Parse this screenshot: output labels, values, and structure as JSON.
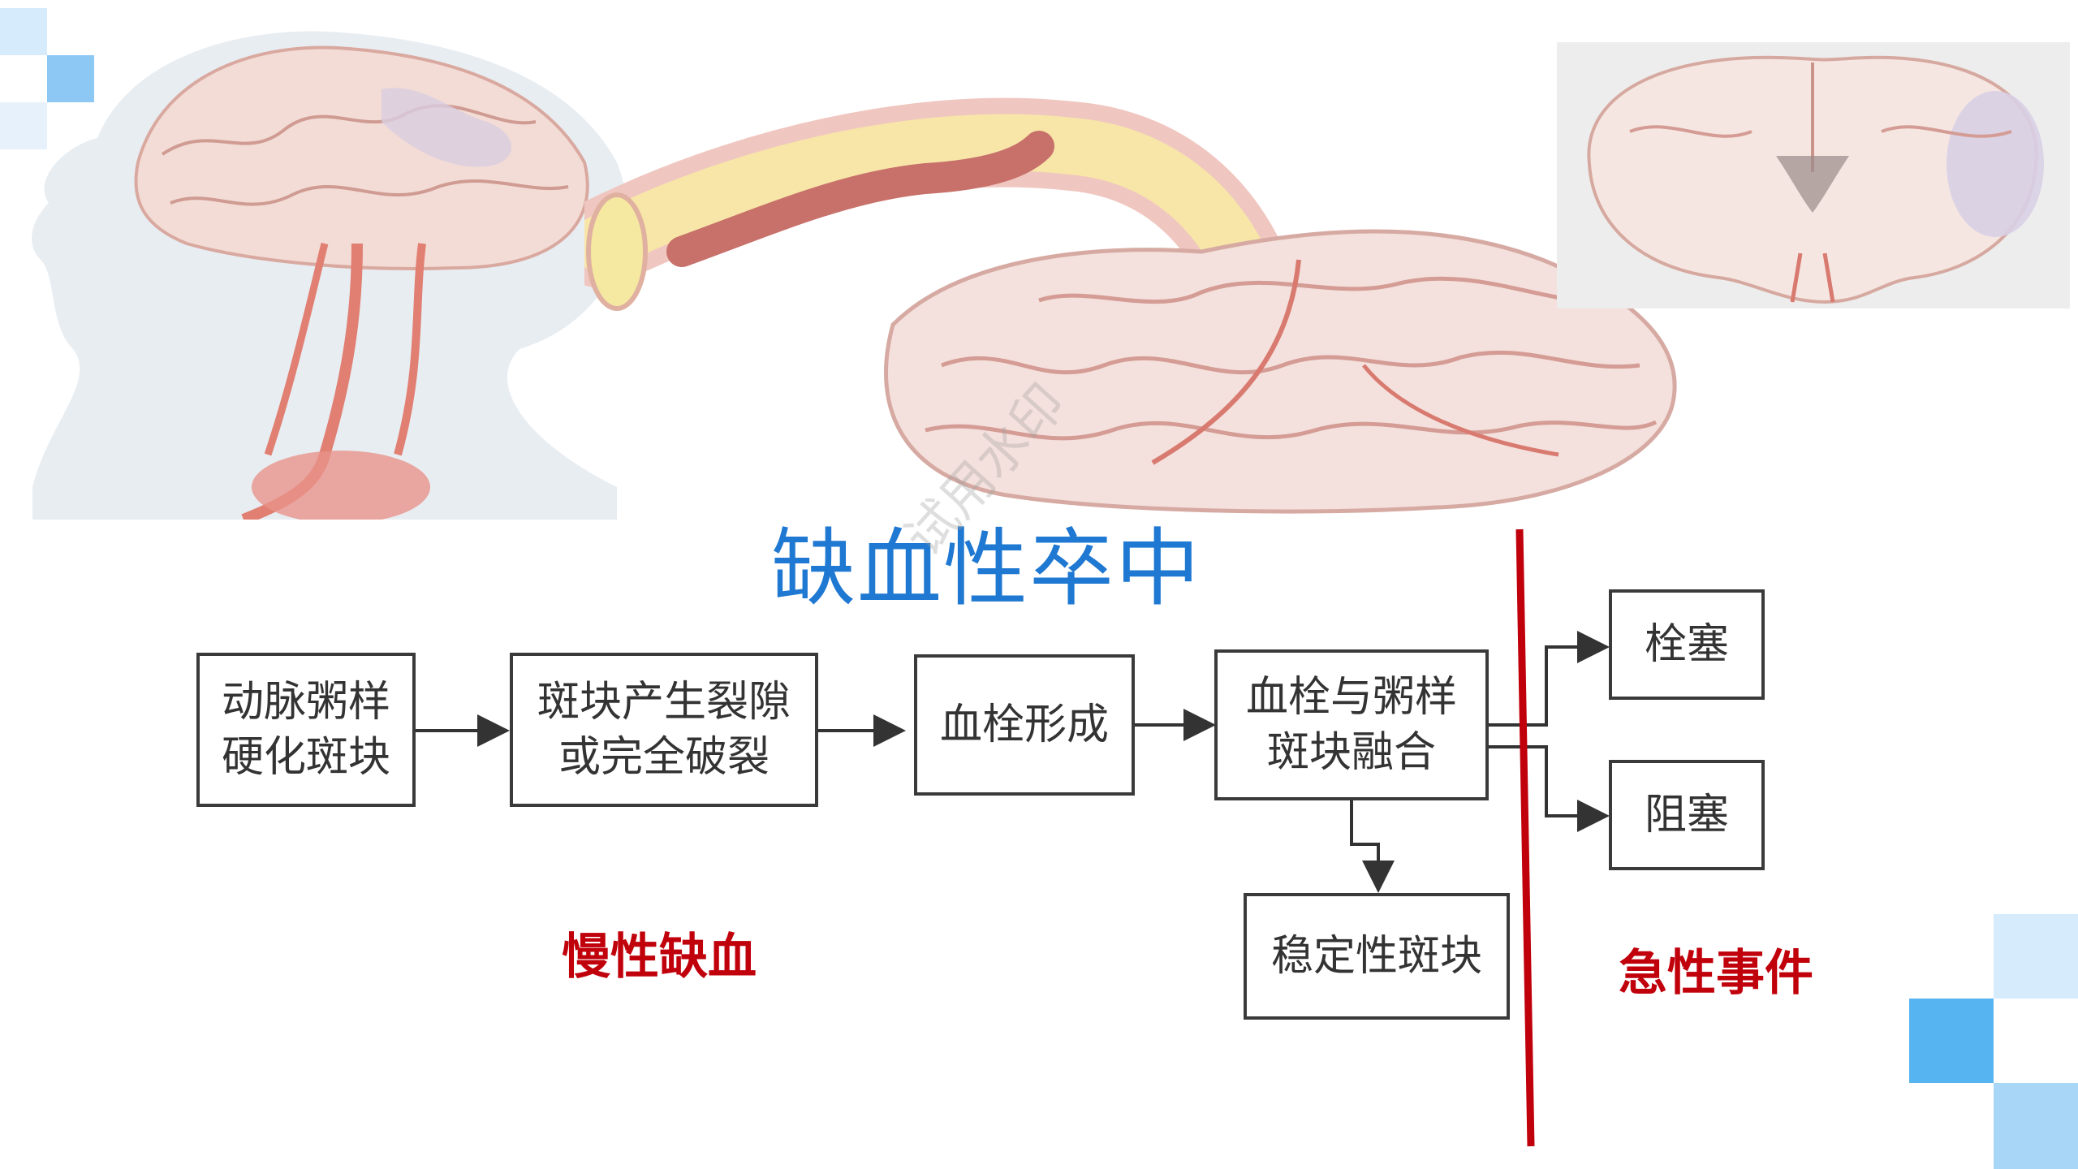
{
  "title": "缺血性卒中",
  "watermark": "试用水印",
  "flow": {
    "box1": [
      "动脉粥样",
      "硬化斑块"
    ],
    "box2": [
      "斑块产生裂隙",
      "或完全破裂"
    ],
    "box3": [
      "血栓形成"
    ],
    "box4": [
      "血栓与粥样",
      "斑块融合"
    ],
    "box5": [
      "稳定性斑块"
    ],
    "box6": [
      "栓塞"
    ],
    "box7": [
      "阻塞"
    ]
  },
  "labels": {
    "chronic": "慢性缺血",
    "acute": "急性事件"
  },
  "colors": {
    "title_blue": "#1f78d1",
    "label_red": "#c0000b",
    "divider_red": "#c0000b",
    "deco_blue_dark": "#56b4f0",
    "deco_blue_mid": "#a8d6f7",
    "deco_blue_light": "#d6ebfb"
  }
}
